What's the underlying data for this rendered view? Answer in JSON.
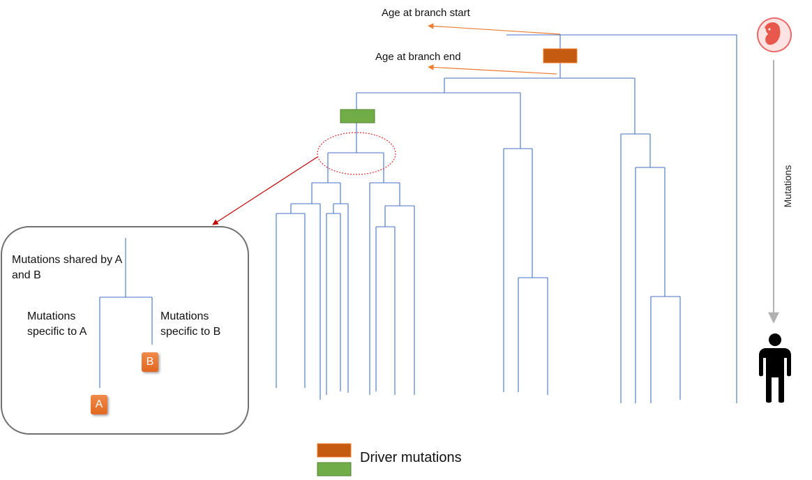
{
  "annotations": {
    "branch_start": "Age at branch start",
    "branch_end": "Age at branch end",
    "axis": "Mutations"
  },
  "inset": {
    "shared": "Mutations shared by A and B",
    "specific_a": "Mutations specific to A",
    "specific_b": "Mutations specific to B",
    "leaf_a": "A",
    "leaf_b": "B"
  },
  "legend": {
    "label": "Driver mutations",
    "colors": [
      "#c55a11",
      "#70ad47"
    ]
  },
  "colors": {
    "tree_line": "#4472c4",
    "arrow_orange": "#ed7d31",
    "arrow_red": "#c00000",
    "circle_red": "#e03030",
    "inset_border": "#707070",
    "axis_arrow": "#b0b0b0"
  },
  "icons": [
    "embryo-icon",
    "person-icon"
  ]
}
